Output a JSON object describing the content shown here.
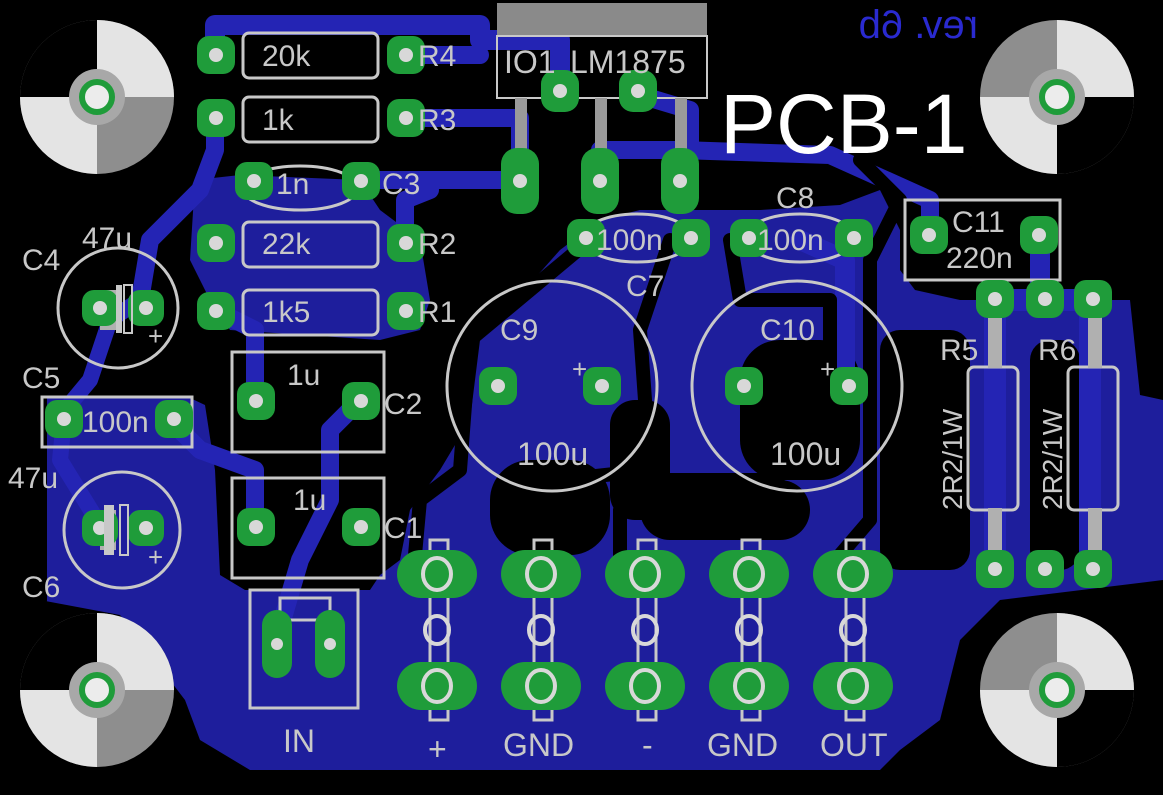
{
  "board": {
    "title": "PCB-1",
    "revision": "rev. 6b",
    "colors": {
      "background": "#000000",
      "copper_fill": "#1e1e9c",
      "trace": "#2424b4",
      "pad": "#1f9c3a",
      "silk": "#c8c8c8",
      "hole": "#d8d8d8"
    }
  },
  "components": {
    "ic": {
      "ref": "IO1",
      "value": "LM1875"
    },
    "r4": {
      "ref": "R4",
      "value": "20k"
    },
    "r3": {
      "ref": "R3",
      "value": "1k"
    },
    "c3": {
      "ref": "C3",
      "value": "1n"
    },
    "r2": {
      "ref": "R2",
      "value": "22k"
    },
    "r1": {
      "ref": "R1",
      "value": "1k5"
    },
    "c4": {
      "ref": "C4",
      "value": "47u"
    },
    "c5": {
      "ref": "C5",
      "value": "100n"
    },
    "c6": {
      "ref": "C6",
      "value": "47u"
    },
    "c2": {
      "ref": "C2",
      "value": "1u"
    },
    "c1": {
      "ref": "C1",
      "value": "1u"
    },
    "c7": {
      "ref": "C7",
      "value": "100n"
    },
    "c8": {
      "ref": "C8",
      "value": "100n"
    },
    "c9": {
      "ref": "C9",
      "value": "100u"
    },
    "c10": {
      "ref": "C10",
      "value": "100u"
    },
    "c11": {
      "ref": "C11",
      "value": "220n"
    },
    "r5": {
      "ref": "R5",
      "value": "2R2/1W"
    },
    "r6": {
      "ref": "R6",
      "value": "2R2/1W"
    }
  },
  "connectors": {
    "input": "IN",
    "plus": "+",
    "gnd1": "GND",
    "minus": "-",
    "gnd2": "GND",
    "out": "OUT"
  },
  "polarity_mark": "+"
}
